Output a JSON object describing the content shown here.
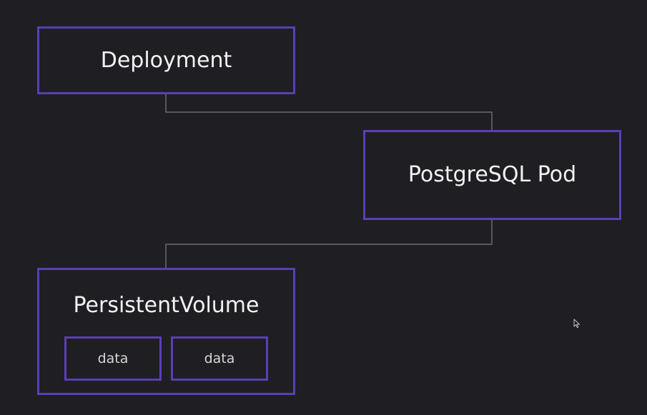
{
  "nodes": {
    "deployment": {
      "label": "Deployment"
    },
    "pod": {
      "label": "PostgreSQL Pod"
    },
    "volume": {
      "label": "PersistentVolume",
      "data_blocks": [
        {
          "label": "data"
        },
        {
          "label": "data"
        }
      ]
    }
  },
  "colors": {
    "background": "#1f1e22",
    "node_border": "#5b3fb4",
    "connector": "#6b6b6b",
    "text": "#f2f2f2"
  },
  "icons": {
    "cursor": "mouse-pointer-icon"
  }
}
